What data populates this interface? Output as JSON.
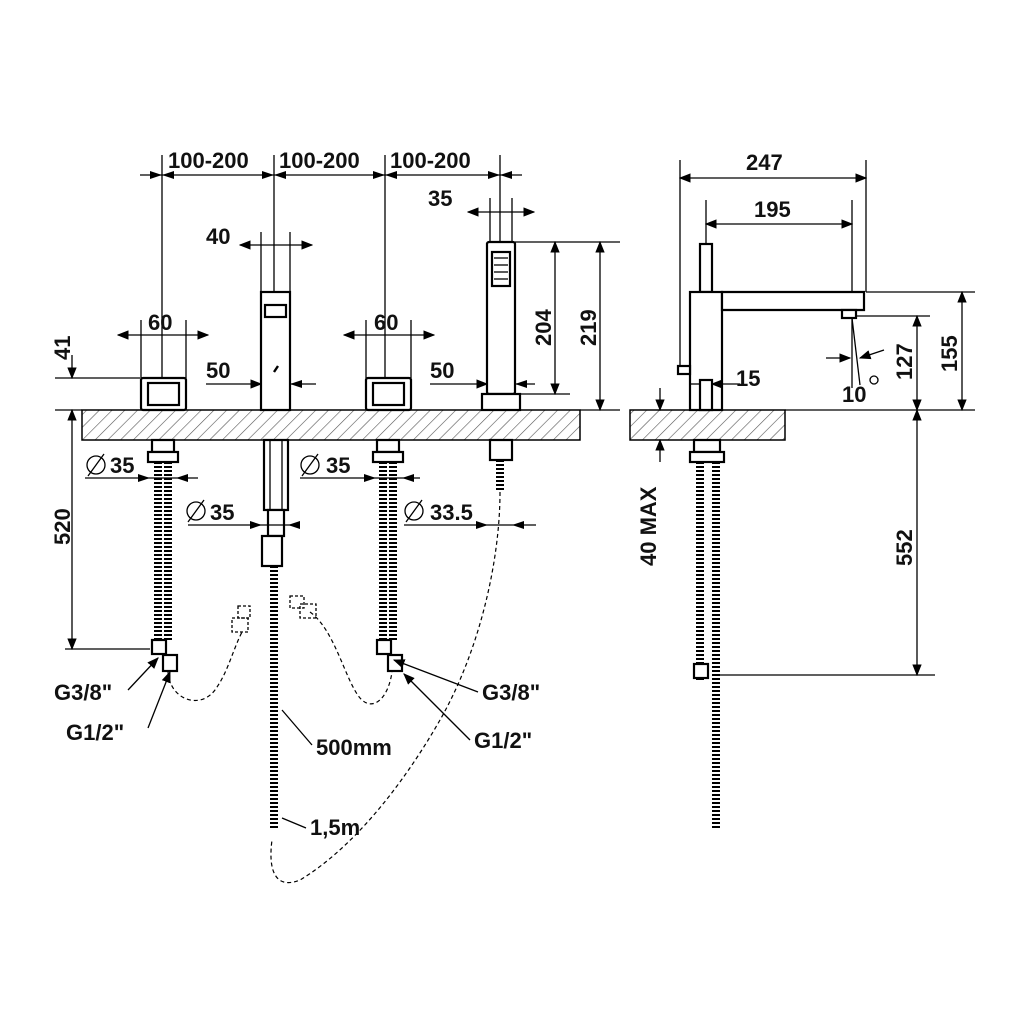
{
  "labels": {
    "spacing_1": "100-200",
    "spacing_2": "100-200",
    "spacing_3": "100-200",
    "spout_width": "40",
    "handshower_width": "35",
    "left_handle_width": "60",
    "right_handle_width": "60",
    "left_handle_height": "41",
    "handshower_height": "204",
    "overall_height": "219",
    "spout_base": "50",
    "handshower_base": "50",
    "left_diameter": "35",
    "spout_diameter": "35",
    "right_diameter": "35",
    "handshower_diameter": "33.5",
    "hose_length_left": "520",
    "conn_left_g38": "G3/8\"",
    "conn_left_g12": "G1/2\"",
    "conn_right_g38": "G3/8\"",
    "conn_right_g12": "G1/2\"",
    "hose_500": "500mm",
    "hose_15": "1,5m",
    "side_total_reach": "247",
    "side_spout_reach": "195",
    "side_lever_offset": "15",
    "side_outlet_height": "127",
    "side_total_height": "155",
    "side_angle": "10",
    "side_deck_max": "40 MAX",
    "side_hose_length": "552"
  }
}
